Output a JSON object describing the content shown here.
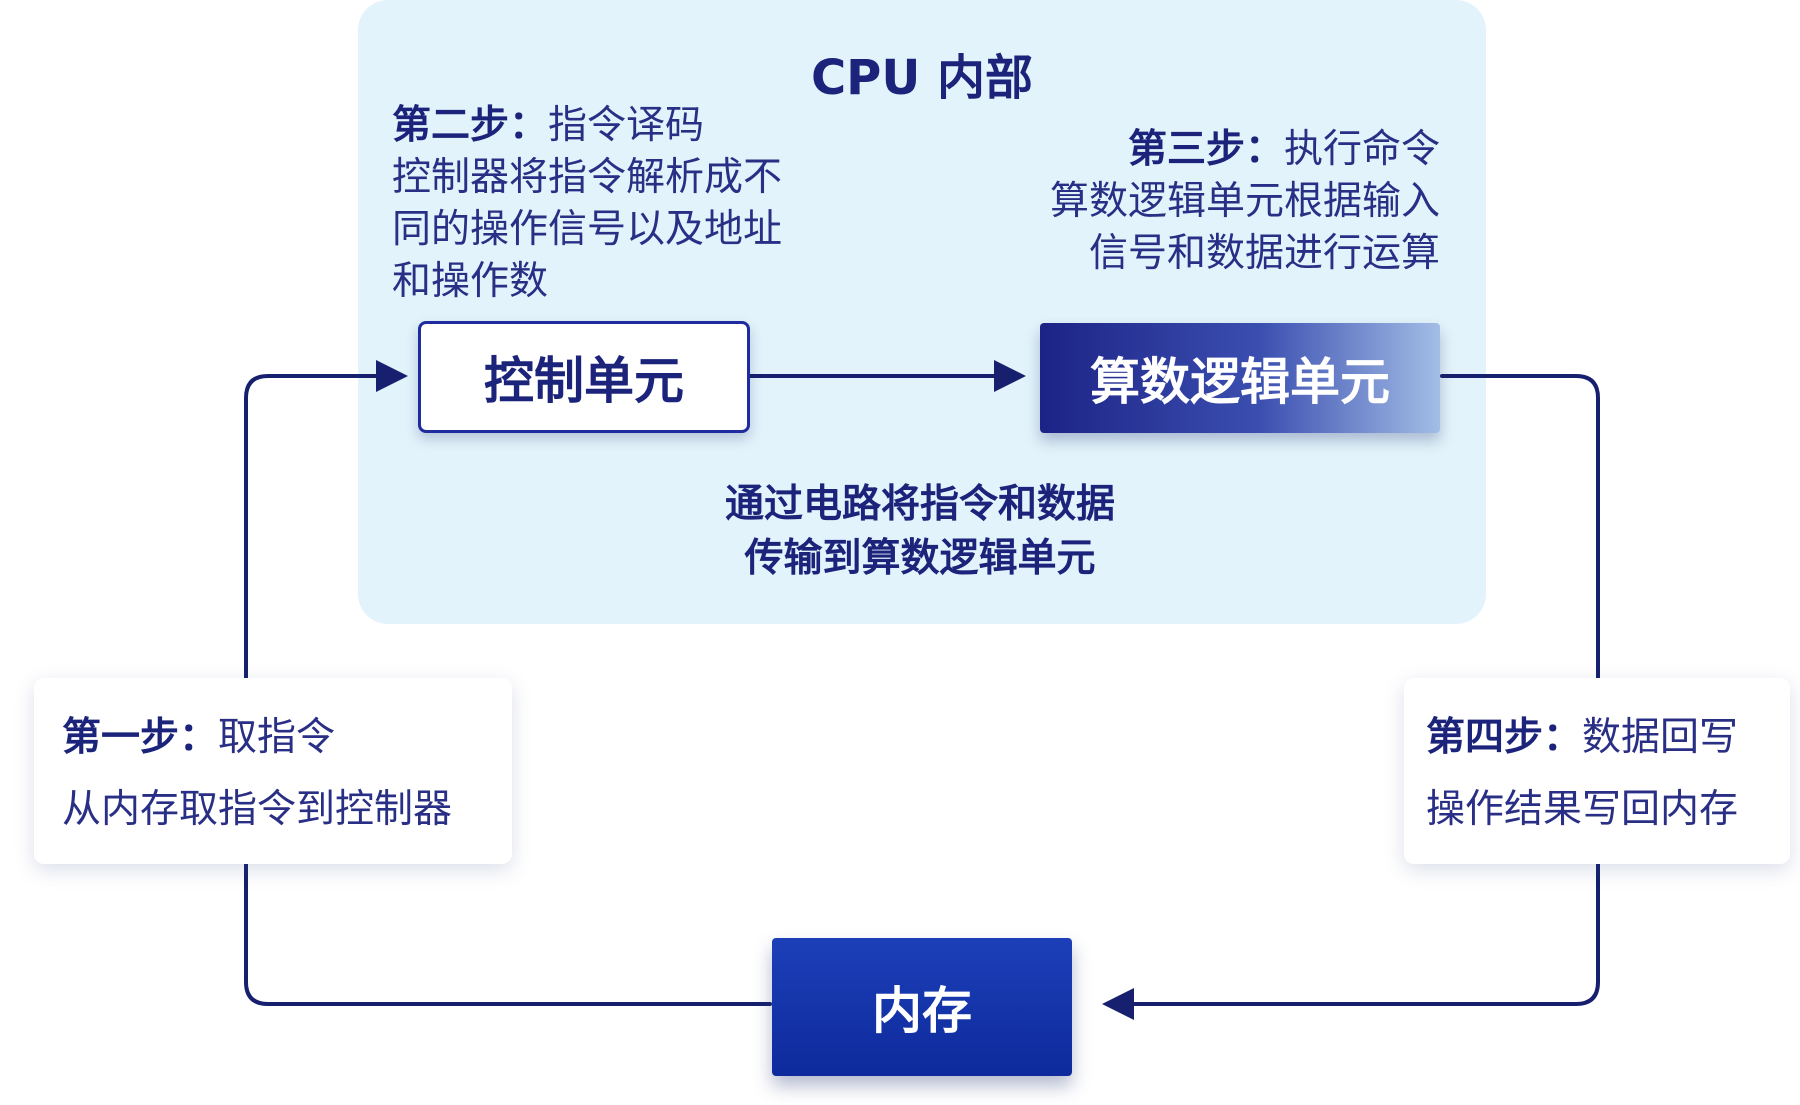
{
  "cpu": {
    "title": "CPU 内部",
    "step2": {
      "head": "第二步：",
      "title": "指令译码",
      "lines": [
        "控制器将指令解析成不",
        "同的操作信号以及地址",
        "和操作数"
      ]
    },
    "step3": {
      "head": "第三步：",
      "title": "执行命令",
      "lines": [
        "算数逻辑单元根据输入",
        "信号和数据进行运算"
      ]
    },
    "control_unit": "控制单元",
    "alu": "算数逻辑单元",
    "transfer_note": [
      "通过电路将指令和数据",
      "传输到算数逻辑单元"
    ]
  },
  "step1": {
    "head": "第一步：",
    "title": "取指令",
    "desc": "从内存取指令到控制器"
  },
  "step4": {
    "head": "第四步：",
    "title": "数据回写",
    "desc": "操作结果写回内存"
  },
  "memory": "内存",
  "colors": {
    "wire": "#16206e",
    "panel": "#e3f3fb",
    "memory": "#0e2a9c",
    "alu_start": "#1c2386",
    "alu_end": "#a3bde6"
  }
}
